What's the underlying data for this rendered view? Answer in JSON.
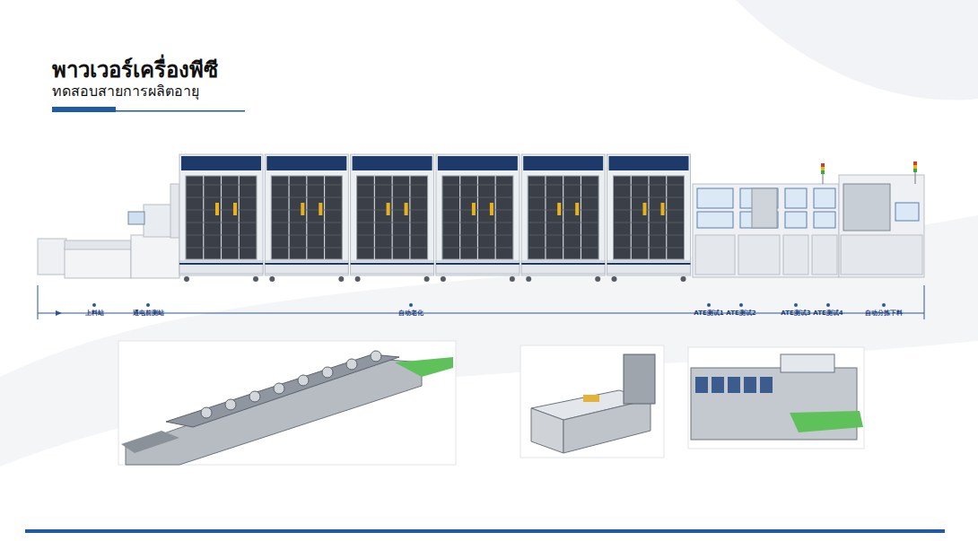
{
  "diagram": {
    "title": "พาวเวอร์เครื่องพีซี",
    "labels": [
      "ทดสอบสายการผลิตอายุ",
      "上料站",
      "通电前测站",
      "自动老化",
      "ATE测试1",
      "ATE测试2",
      "ATE测试3",
      "ATE测试4",
      "自动分拣下料"
    ]
  }
}
